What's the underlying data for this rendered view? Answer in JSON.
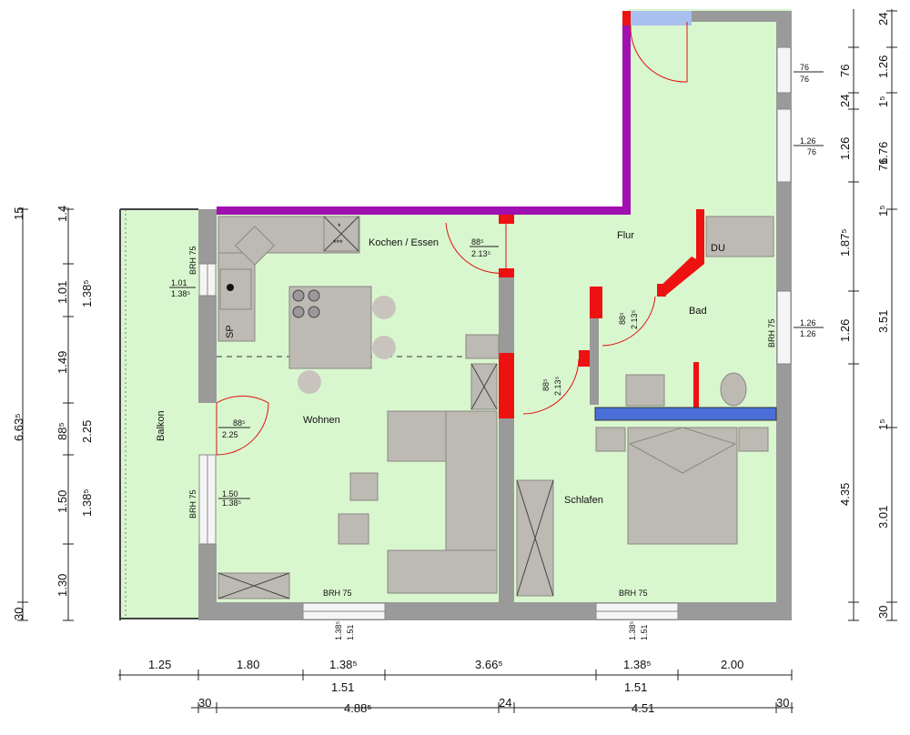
{
  "rooms": {
    "kochen": "Kochen / Essen",
    "wohnen": "Wohnen",
    "flur": "Flur",
    "bad": "Bad",
    "schlafen": "Schlafen",
    "balkon": "Balkon",
    "sp": "SP",
    "du": "DU"
  },
  "labels": {
    "brh75": "BRH 75",
    "kitchen_window": [
      "1.01",
      "1.38⁵"
    ],
    "living_window": [
      "1.50",
      "1.38⁵"
    ],
    "balcony_door": [
      "88⁵",
      "2.25"
    ],
    "kitchen_door": [
      "88⁵",
      "2.13⁵"
    ],
    "bad_door": [
      "88⁵",
      "2.13⁵"
    ],
    "schlafen_door": [
      "88⁵",
      "2.13⁵"
    ],
    "bottom_win1": [
      "1.38⁵",
      "1.51"
    ],
    "bottom_win2": [
      "1.38⁵",
      "1.51"
    ],
    "flur_win1": [
      "76",
      "76"
    ],
    "flur_win2": [
      "1.26",
      "76"
    ],
    "bad_win": [
      "1.26",
      "1.26"
    ],
    "stove": [
      "*",
      "***"
    ]
  },
  "dims": {
    "bottom_row1": [
      "1.25",
      "1.80",
      "1.38⁵",
      "3.66⁵",
      "1.38⁵",
      "2.00"
    ],
    "bottom_row1_sub": [
      "1.51",
      "1.51"
    ],
    "bottom_row2": [
      "30",
      "4.88⁵",
      "24",
      "4.51",
      "30"
    ],
    "left_outer": [
      "15",
      "1.38⁵",
      "88⁵",
      "1.38⁵",
      "30"
    ],
    "left_total": "6.63⁵",
    "left_inner": [
      "1.4",
      "1.01",
      "1.49",
      "2.25",
      "1.50",
      "1.30"
    ],
    "right_a": [
      "24",
      "76",
      "1⁵",
      "76",
      "1⁵",
      "1.87⁵",
      "1.26",
      "1⁵",
      "4.35",
      "30"
    ],
    "right_b": [
      "1.26",
      "1.76",
      "3.51",
      "3.01"
    ]
  },
  "colors": {
    "floor": "#d9f7cf",
    "wall": "#9a9a9a",
    "red_wall": "#ee1111",
    "purple_wall": "#a010b0",
    "shower_blue": "#4a6fd8"
  }
}
